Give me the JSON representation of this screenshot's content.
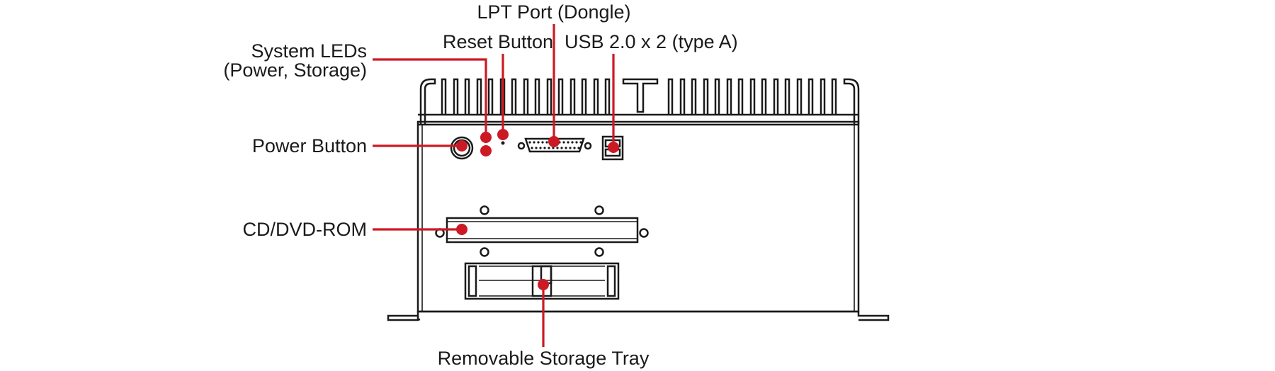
{
  "labels": {
    "lpt_port": "LPT Port (Dongle)",
    "reset_button": "Reset Button",
    "usb": "USB 2.0 x 2 (type A)",
    "system_leds_line1": "System LEDs",
    "system_leds_line2": "(Power, Storage)",
    "power_button": "Power Button",
    "cd_dvd_rom": "CD/DVD-ROM",
    "removable_storage_tray": "Removable Storage Tray"
  },
  "colors": {
    "callout": "#cc1a24",
    "outline": "#1a1a1a",
    "background": "#ffffff"
  }
}
